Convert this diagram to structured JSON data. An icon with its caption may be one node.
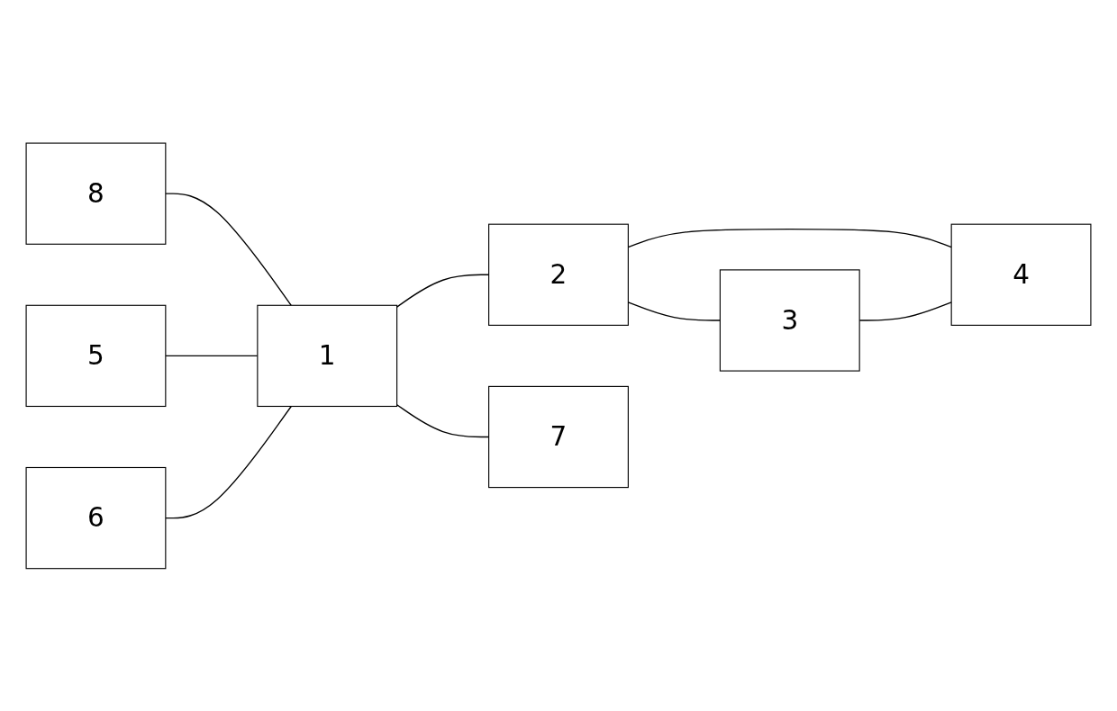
{
  "diagram": {
    "nodes": [
      {
        "text": [
          "8"
        ]
      },
      {
        "text": [
          "5"
        ]
      },
      {
        "text": [
          "1"
        ]
      },
      {
        "text": [
          "2"
        ]
      },
      {
        "text": [
          "3"
        ]
      },
      {
        "text": [
          "6"
        ]
      },
      {
        "text": [
          "4"
        ]
      },
      {
        "text": [
          "7"
        ]
      }
    ],
    "edges": [
      {
        "from": 0,
        "to": 2,
        "arrow": "none"
      },
      {
        "from": 1,
        "to": 2,
        "arrow": "none"
      },
      {
        "from": 5,
        "to": 2,
        "arrow": "none"
      },
      {
        "from": 2,
        "to": 7,
        "arrow": "none"
      },
      {
        "from": 2,
        "to": 3,
        "arrow": "none"
      },
      {
        "from": 3,
        "to": 4,
        "arrow": "none"
      },
      {
        "from": 3,
        "to": 6,
        "arrow": "none"
      },
      {
        "from": 4,
        "to": 6,
        "arrow": "none"
      }
    ]
  }
}
